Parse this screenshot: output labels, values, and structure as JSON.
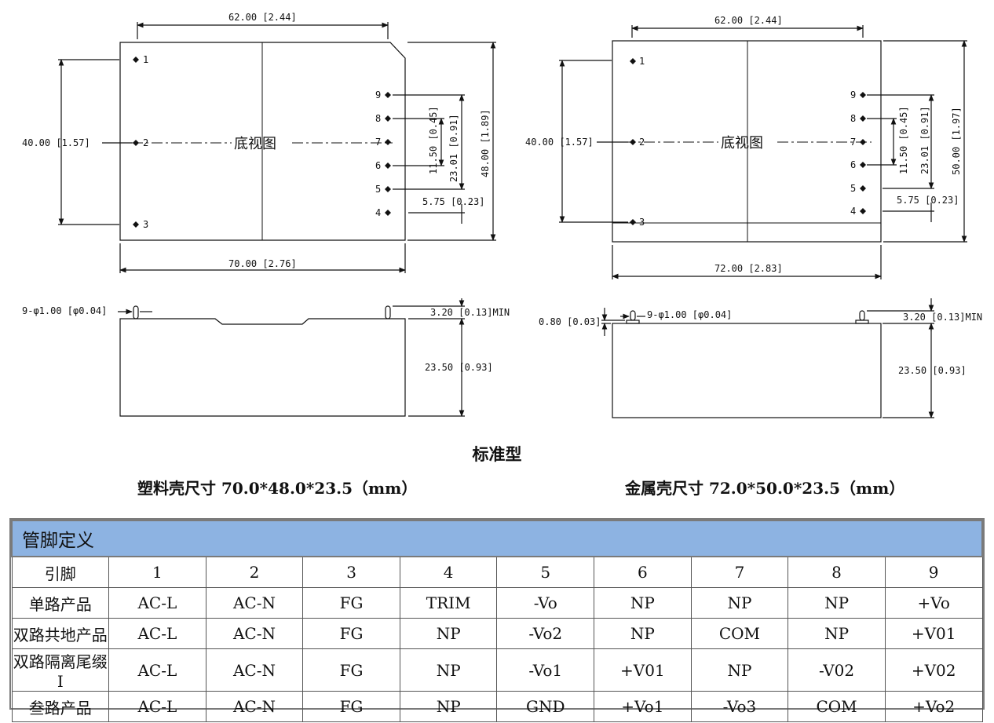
{
  "drawing": {
    "view_label": "底视图",
    "plastic": {
      "dims": {
        "top_width": "62.00 [2.44]",
        "left_span": "40.00 [1.57]",
        "span_11_50": "11.50 [0.45]",
        "span_23_01": "23.01 [0.91]",
        "height": "48.00 [1.89]",
        "offset": "5.75 [0.23]",
        "bottom_width": "70.00 [2.76]",
        "pin_dia": "9-φ1.00 [φ0.04]",
        "pin_len": "3.20 [0.13]MIN",
        "body_height": "23.50 [0.93]"
      }
    },
    "metal": {
      "dims": {
        "top_width": "62.00 [2.44]",
        "left_span": "40.00 [1.57]",
        "span_11_50": "11.50 [0.45]",
        "span_23_01": "23.01 [0.91]",
        "height": "50.00 [1.97]",
        "offset": "5.75 [0.23]",
        "bottom_width": "72.00 [2.83]",
        "standoff": "0.80 [0.03]",
        "pin_dia": "9-φ1.00 [φ0.04]",
        "pin_len": "3.20 [0.13]MIN",
        "body_height": "23.50 [0.93]"
      }
    },
    "pin_numbers": [
      "1",
      "2",
      "3",
      "4",
      "5",
      "6",
      "7",
      "8",
      "9"
    ]
  },
  "captions": {
    "standard": "标准型",
    "plastic": "塑料壳尺寸 70.0*48.0*23.5（mm）",
    "metal": "金属壳尺寸 72.0*50.0*23.5（mm）"
  },
  "pin_table": {
    "title": "管脚定义",
    "header": [
      "引脚",
      "1",
      "2",
      "3",
      "4",
      "5",
      "6",
      "7",
      "8",
      "9"
    ],
    "rows": [
      [
        "单路产品",
        "AC-L",
        "AC-N",
        "FG",
        "TRIM",
        "-Vo",
        "NP",
        "NP",
        "NP",
        "+Vo"
      ],
      [
        "双路共地产品",
        "AC-L",
        "AC-N",
        "FG",
        "NP",
        "-Vo2",
        "NP",
        "COM",
        "NP",
        "+V01"
      ],
      [
        "双路隔离尾缀 I",
        "AC-L",
        "AC-N",
        "FG",
        "NP",
        "-Vo1",
        "+V01",
        "NP",
        "-V02",
        "+V02"
      ],
      [
        "叁路产品",
        "AC-L",
        "AC-N",
        "FG",
        "NP",
        "GND",
        "+Vo1",
        "-Vo3",
        "COM",
        "+Vo2"
      ]
    ]
  }
}
